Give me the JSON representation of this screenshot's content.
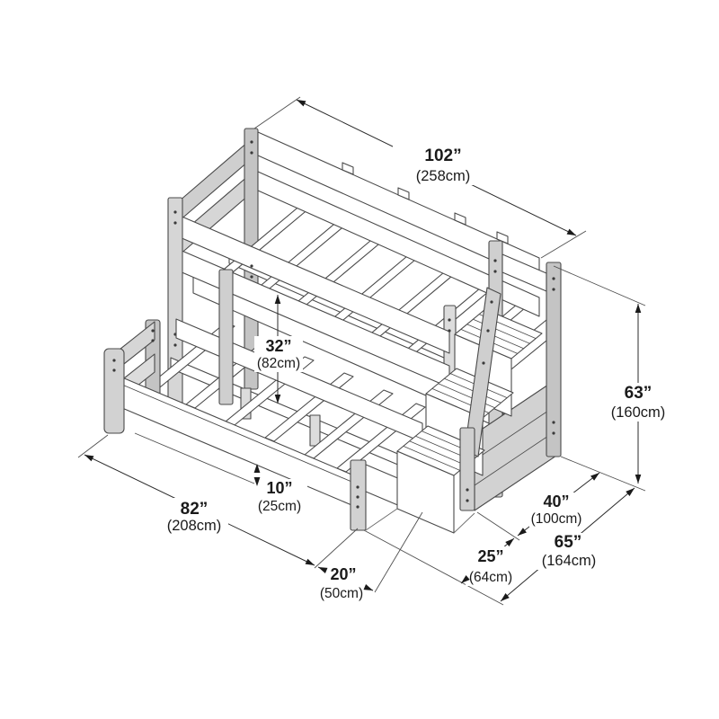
{
  "figure": {
    "subject": "bunk-bed-with-storage-staircase-dimension-diagram",
    "background": "#ffffff",
    "line_color": "#4a4a4a",
    "dim_text_color": "#1a1a1a"
  },
  "dims": {
    "overall_length": {
      "in": "102”",
      "cm": "(258cm)"
    },
    "under_bunk_clearance": {
      "in": "32”",
      "cm": "(82cm)"
    },
    "overall_height": {
      "in": "63”",
      "cm": "(160cm)"
    },
    "bed_length": {
      "in": "82”",
      "cm": "(208cm)"
    },
    "under_bed_clearance": {
      "in": "10”",
      "cm": "(25cm)"
    },
    "stair_overhang": {
      "in": "20”",
      "cm": "(50cm)"
    },
    "stair_depth": {
      "in": "25”",
      "cm": "(64cm)"
    },
    "stair_width": {
      "in": "40”",
      "cm": "(100cm)"
    },
    "overall_width": {
      "in": "65”",
      "cm": "(164cm)"
    }
  }
}
